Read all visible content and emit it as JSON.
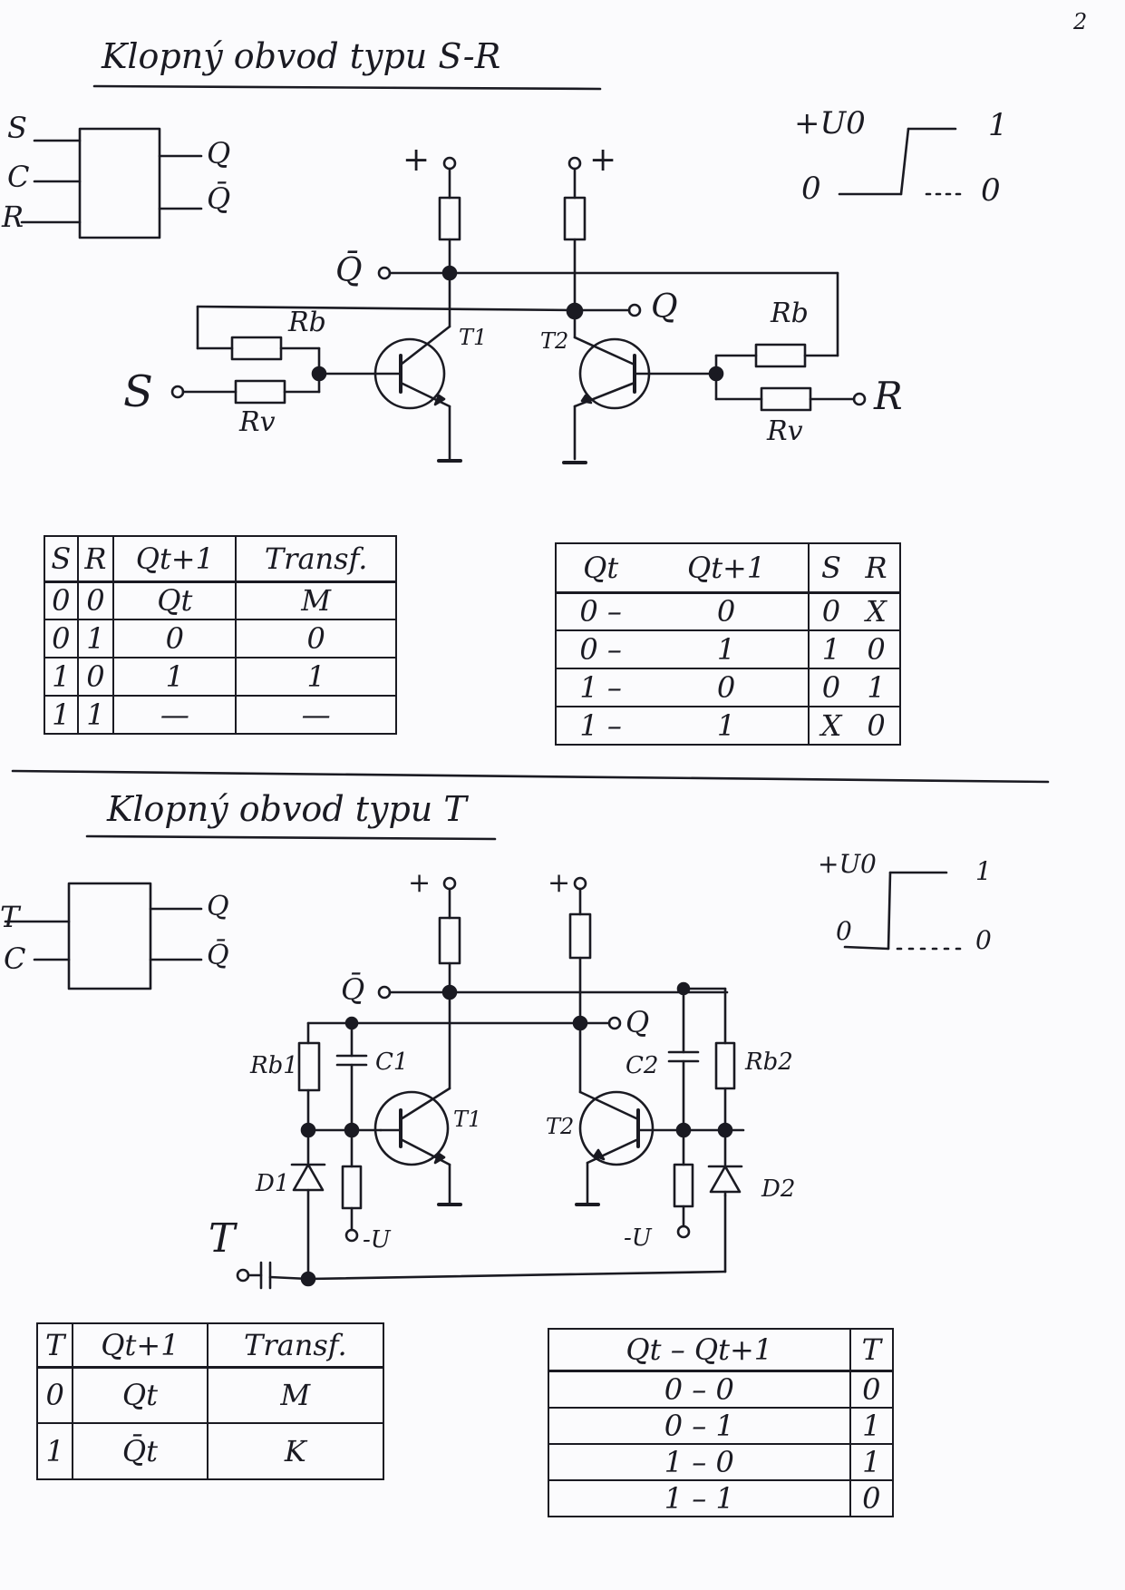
{
  "page_number": "2",
  "sr": {
    "title": "Klopný obvod typu S-R",
    "block": {
      "inputs": [
        "S",
        "C",
        "R"
      ],
      "outputs": [
        "Q",
        "Q̄"
      ]
    },
    "circuit": {
      "supply_left": "+",
      "supply_right": "+",
      "out_left": "Q̄",
      "out_right": "Q",
      "t1": "T1",
      "t2": "T2",
      "rb_left": "Rb",
      "rv_left": "Rv",
      "rb_right": "Rb",
      "rv_right": "Rv",
      "in_left": "S",
      "in_right": "R"
    },
    "levels": {
      "supply": "+U0",
      "low": "0",
      "high_value": "1",
      "low_value": "0"
    },
    "table1": {
      "headers": [
        "S",
        "R",
        "Qt+1",
        "Transf."
      ],
      "rows": [
        [
          "0",
          "0",
          "Qt",
          "M"
        ],
        [
          "0",
          "1",
          "0",
          "0"
        ],
        [
          "1",
          "0",
          "1",
          "1"
        ],
        [
          "1",
          "1",
          "—",
          "—"
        ]
      ]
    },
    "table2": {
      "headers": [
        "Qt",
        "Qt+1",
        "S",
        "R"
      ],
      "rows": [
        [
          "0",
          "0",
          "0",
          "X"
        ],
        [
          "0",
          "1",
          "1",
          "0"
        ],
        [
          "1",
          "0",
          "0",
          "1"
        ],
        [
          "1",
          "1",
          "X",
          "0"
        ]
      ]
    }
  },
  "t": {
    "title": "Klopný obvod typu T",
    "block": {
      "inputs": [
        "T",
        "C"
      ],
      "outputs": [
        "Q",
        "Q̄"
      ]
    },
    "circuit": {
      "supply_left": "+",
      "supply_right": "+",
      "out_left": "Q̄",
      "out_right": "Q",
      "t1": "T1",
      "t2": "T2",
      "rb1": "Rb1",
      "rb2": "Rb2",
      "c1": "C1",
      "c2": "C2",
      "d1": "D1",
      "d2": "D2",
      "neg_left": "-U",
      "neg_right": "-U",
      "input": "T"
    },
    "levels": {
      "supply": "+U0",
      "low": "0",
      "high_value": "1",
      "low_value": "0"
    },
    "table1": {
      "headers": [
        "T",
        "Qt+1",
        "Transf."
      ],
      "rows": [
        [
          "0",
          "Qt",
          "M"
        ],
        [
          "1",
          "Q̄t",
          "K"
        ]
      ]
    },
    "table2": {
      "headers": [
        "Qt – Qt+1",
        "T"
      ],
      "rows": [
        [
          "0 – 0",
          "0"
        ],
        [
          "0 – 1",
          "1"
        ],
        [
          "1 – 0",
          "1"
        ],
        [
          "1 – 1",
          "0"
        ]
      ]
    }
  }
}
